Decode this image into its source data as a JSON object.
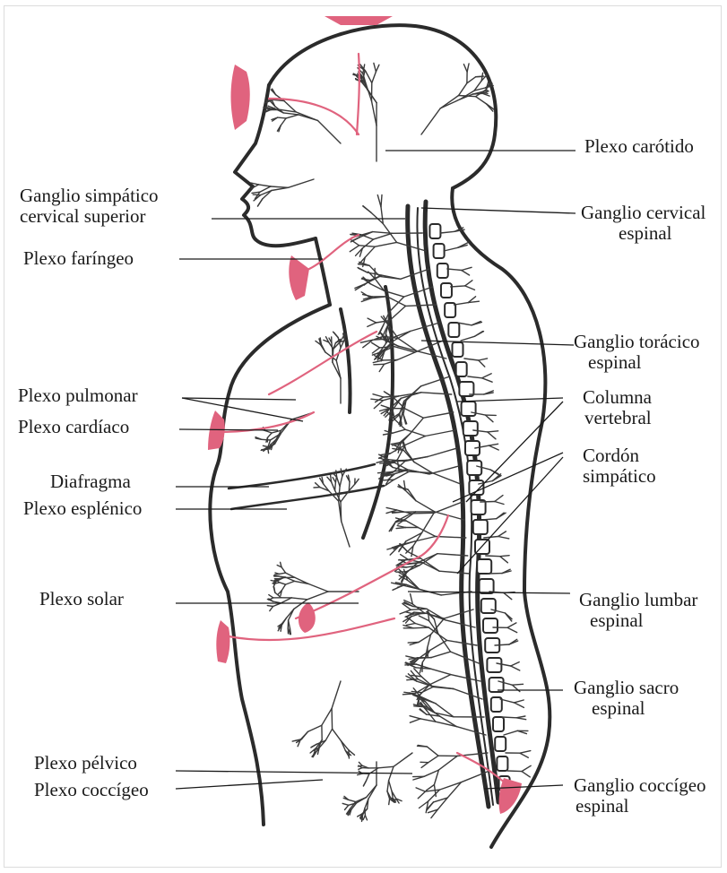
{
  "colors": {
    "outline": "#2b2b2b",
    "nerve": "#3a3a3a",
    "sympathetic_pink": "#e0637e",
    "leader": "#1a1a1a"
  },
  "labels": {
    "plexo_carotido": "Plexo carótido",
    "ganglio_simpatico_l1": "Ganglio simpático",
    "ganglio_simpatico_l2": "cervical superior",
    "ganglio_cervical_l1": "Ganglio cervical",
    "ganglio_cervical_l2": "espinal",
    "plexo_faringeo": "Plexo faríngeo",
    "ganglio_toracico_l1": "Ganglio torácico",
    "ganglio_toracico_l2": "espinal",
    "plexo_pulmonar": "Plexo pulmonar",
    "plexo_cardiaco": "Plexo cardíaco",
    "columna_l1": "Columna",
    "columna_l2": "vertebral",
    "diafragma": "Diafragma",
    "cordon_l1": "Cordón",
    "cordon_l2": "simpático",
    "plexo_esplenico": "Plexo esplénico",
    "plexo_solar": "Plexo solar",
    "ganglio_lumbar_l1": "Ganglio lumbar",
    "ganglio_lumbar_l2": "espinal",
    "ganglio_sacro_l1": "Ganglio sacro",
    "ganglio_sacro_l2": "espinal",
    "plexo_pelvico": "Plexo pélvico",
    "plexo_coccigeo": "Plexo coccígeo",
    "ganglio_coccigeo_l1": "Ganglio coccígeo",
    "ganglio_coccigeo_l2": "espinal"
  }
}
